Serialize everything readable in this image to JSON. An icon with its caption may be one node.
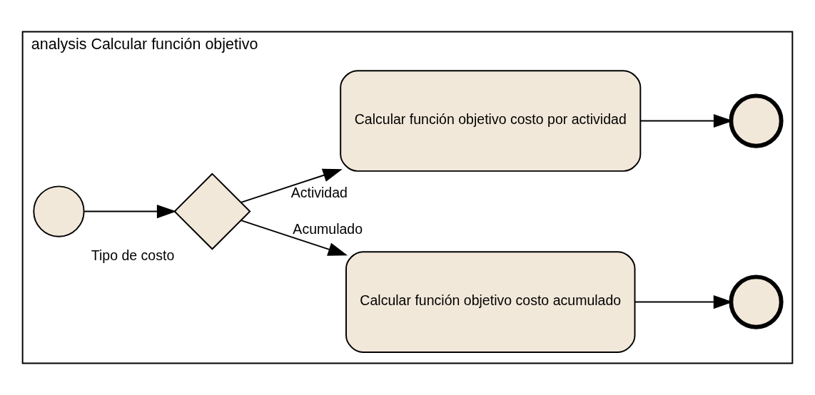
{
  "diagram": {
    "nodes": [
      {
        "text": [
          "analysis Calcular función objetivo"
        ]
      },
      {
        "text": [],
        "shape": "circle",
        "in": 0
      },
      {
        "text": [],
        "shape": "diamond",
        "in": 0,
        "beside": [
          "Tipo de costo"
        ]
      },
      {
        "text": [
          "Calcular función objetivo costo acumulado"
        ],
        "in": 0
      },
      {
        "text": [],
        "shape": "circle",
        "in": 0
      },
      {
        "text": [
          "Calcular función objetivo costo por actividad"
        ],
        "in": 0
      },
      {
        "text": [],
        "shape": "circle",
        "in": 0
      }
    ],
    "edges": [
      {
        "from": 1,
        "to": 2,
        "arrow": "to"
      },
      {
        "from": 2,
        "to": 3,
        "arrow": "to",
        "label": "Acumulado"
      },
      {
        "from": 3,
        "to": 4,
        "arrow": "to"
      },
      {
        "from": 2,
        "to": 5,
        "arrow": "to",
        "label": "Actividad"
      },
      {
        "from": 5,
        "to": 6,
        "arrow": "to"
      }
    ]
  }
}
